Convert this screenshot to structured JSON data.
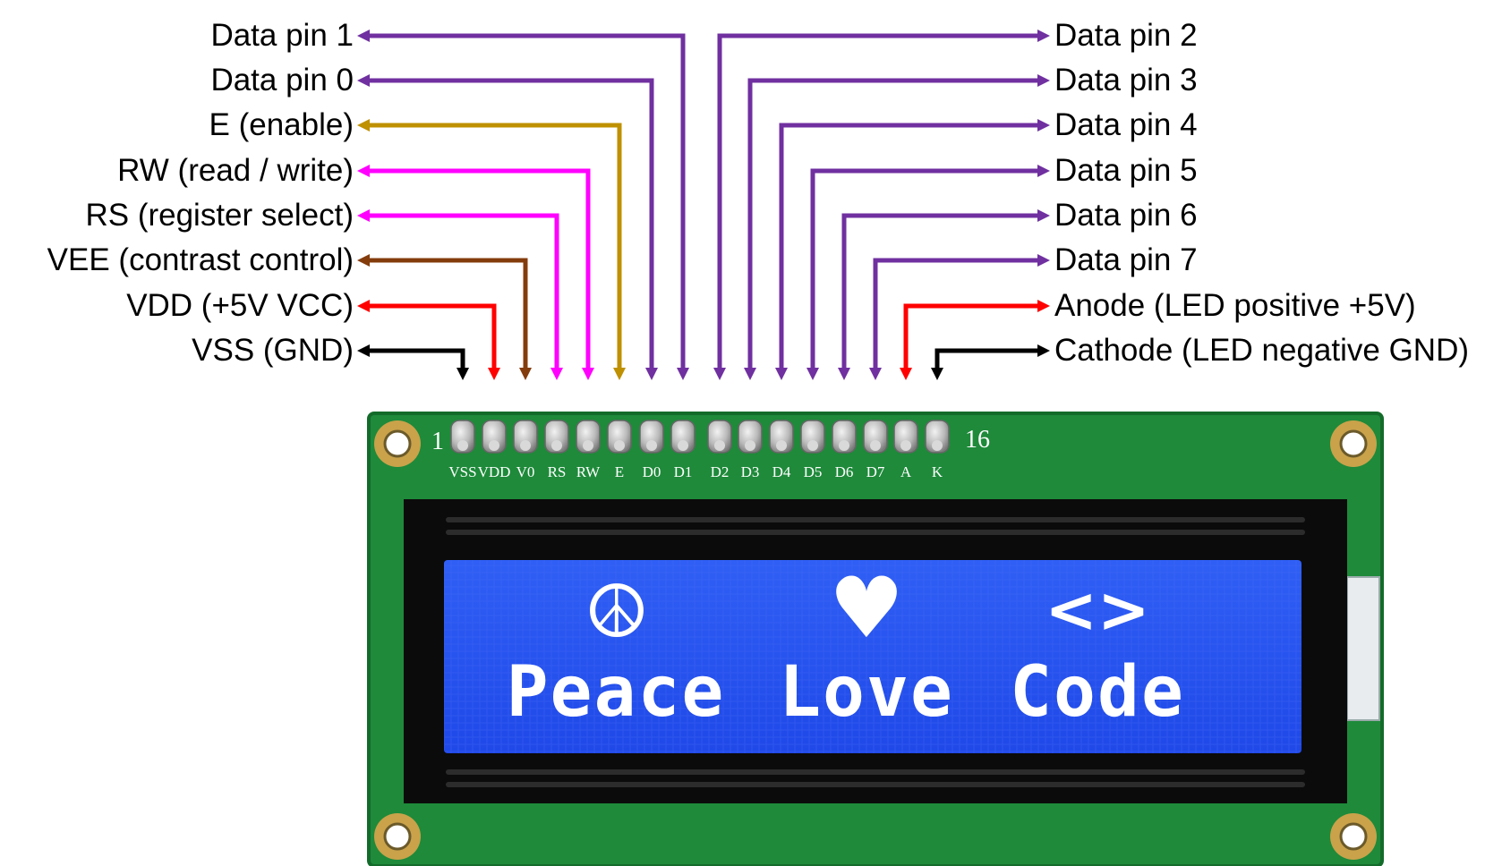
{
  "left_labels": [
    "Data pin 1",
    "Data pin 0",
    "E (enable)",
    "RW (read / write)",
    "RS (register select)",
    "VEE (contrast control)",
    "VDD (+5V VCC)",
    "VSS (GND)"
  ],
  "right_labels": [
    "Data pin 2",
    "Data pin 3",
    "Data pin 4",
    "Data pin 5",
    "Data pin 6",
    "Data pin 7",
    "Anode (LED positive +5V)",
    "Cathode (LED negative GND)"
  ],
  "wire_colors": {
    "data": "#7030a0",
    "enable": "#bf9000",
    "control": "#ff00ff",
    "contrast": "#843c0c",
    "power": "#ff0000",
    "ground": "#000000"
  },
  "pcb": {
    "pin_first": "1",
    "pin_last": "16",
    "pin_names": [
      "VSS",
      "VDD",
      "V0",
      "RS",
      "RW",
      "E",
      "D0",
      "D1",
      "D2",
      "D3",
      "D4",
      "D5",
      "D6",
      "D7",
      "A",
      "K"
    ]
  },
  "display": {
    "icons": [
      "peace-icon",
      "heart-icon",
      "code-brackets-icon"
    ],
    "icon_glyphs": [
      "☮",
      "♥",
      "<>"
    ],
    "text": [
      "Peace",
      "Love",
      "Code"
    ]
  }
}
